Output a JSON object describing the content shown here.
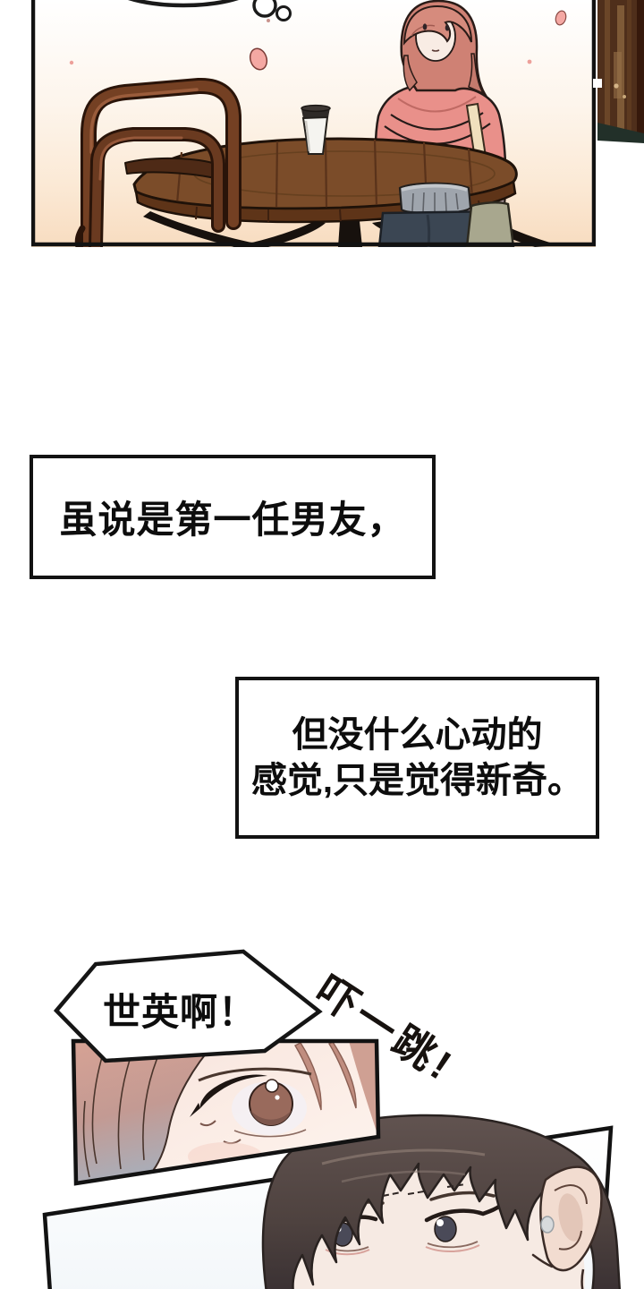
{
  "page": {
    "type": "webtoon-comic-page",
    "background": "#ffffff"
  },
  "narration": {
    "box1": {
      "text": "虽说是第一任男友，"
    },
    "box2": {
      "line1": "但没什么心动的",
      "line2": "感觉,只是觉得新奇。"
    }
  },
  "speech": {
    "bubble_text": "世英啊！"
  },
  "sfx": {
    "text": "吓一跳!"
  },
  "colors": {
    "ink": "#121212",
    "panel1_bg_top": "#ffffff",
    "panel1_bg_bottom": "#f8dcc2",
    "girl_hoodie": "#e9908a",
    "girl_hoodie_shade": "#a89ca4",
    "girl_hair": "#cf8174",
    "skin": "#f7ece4",
    "table_wood": "#7b4c29",
    "table_edge": "#5e3418",
    "chair_wood": "#744023",
    "jeans": "#3b4653",
    "bag_khaki": "#a8a78e",
    "strap_cream": "#f0e0bd",
    "cup_body": "#f5f4f0",
    "cup_lid": "#2e2a27",
    "wood_strip": "#4f2f1b",
    "wedge_dark": "#223029",
    "petal_pink": "#f4a8a3",
    "closeup_hair_rose": "#d6a294",
    "closeup_hair_gray": "#a9aeb9",
    "iris_brown": "#996a5c",
    "guy_hair": "#54453f",
    "guy_eye": "#4a4a58"
  }
}
